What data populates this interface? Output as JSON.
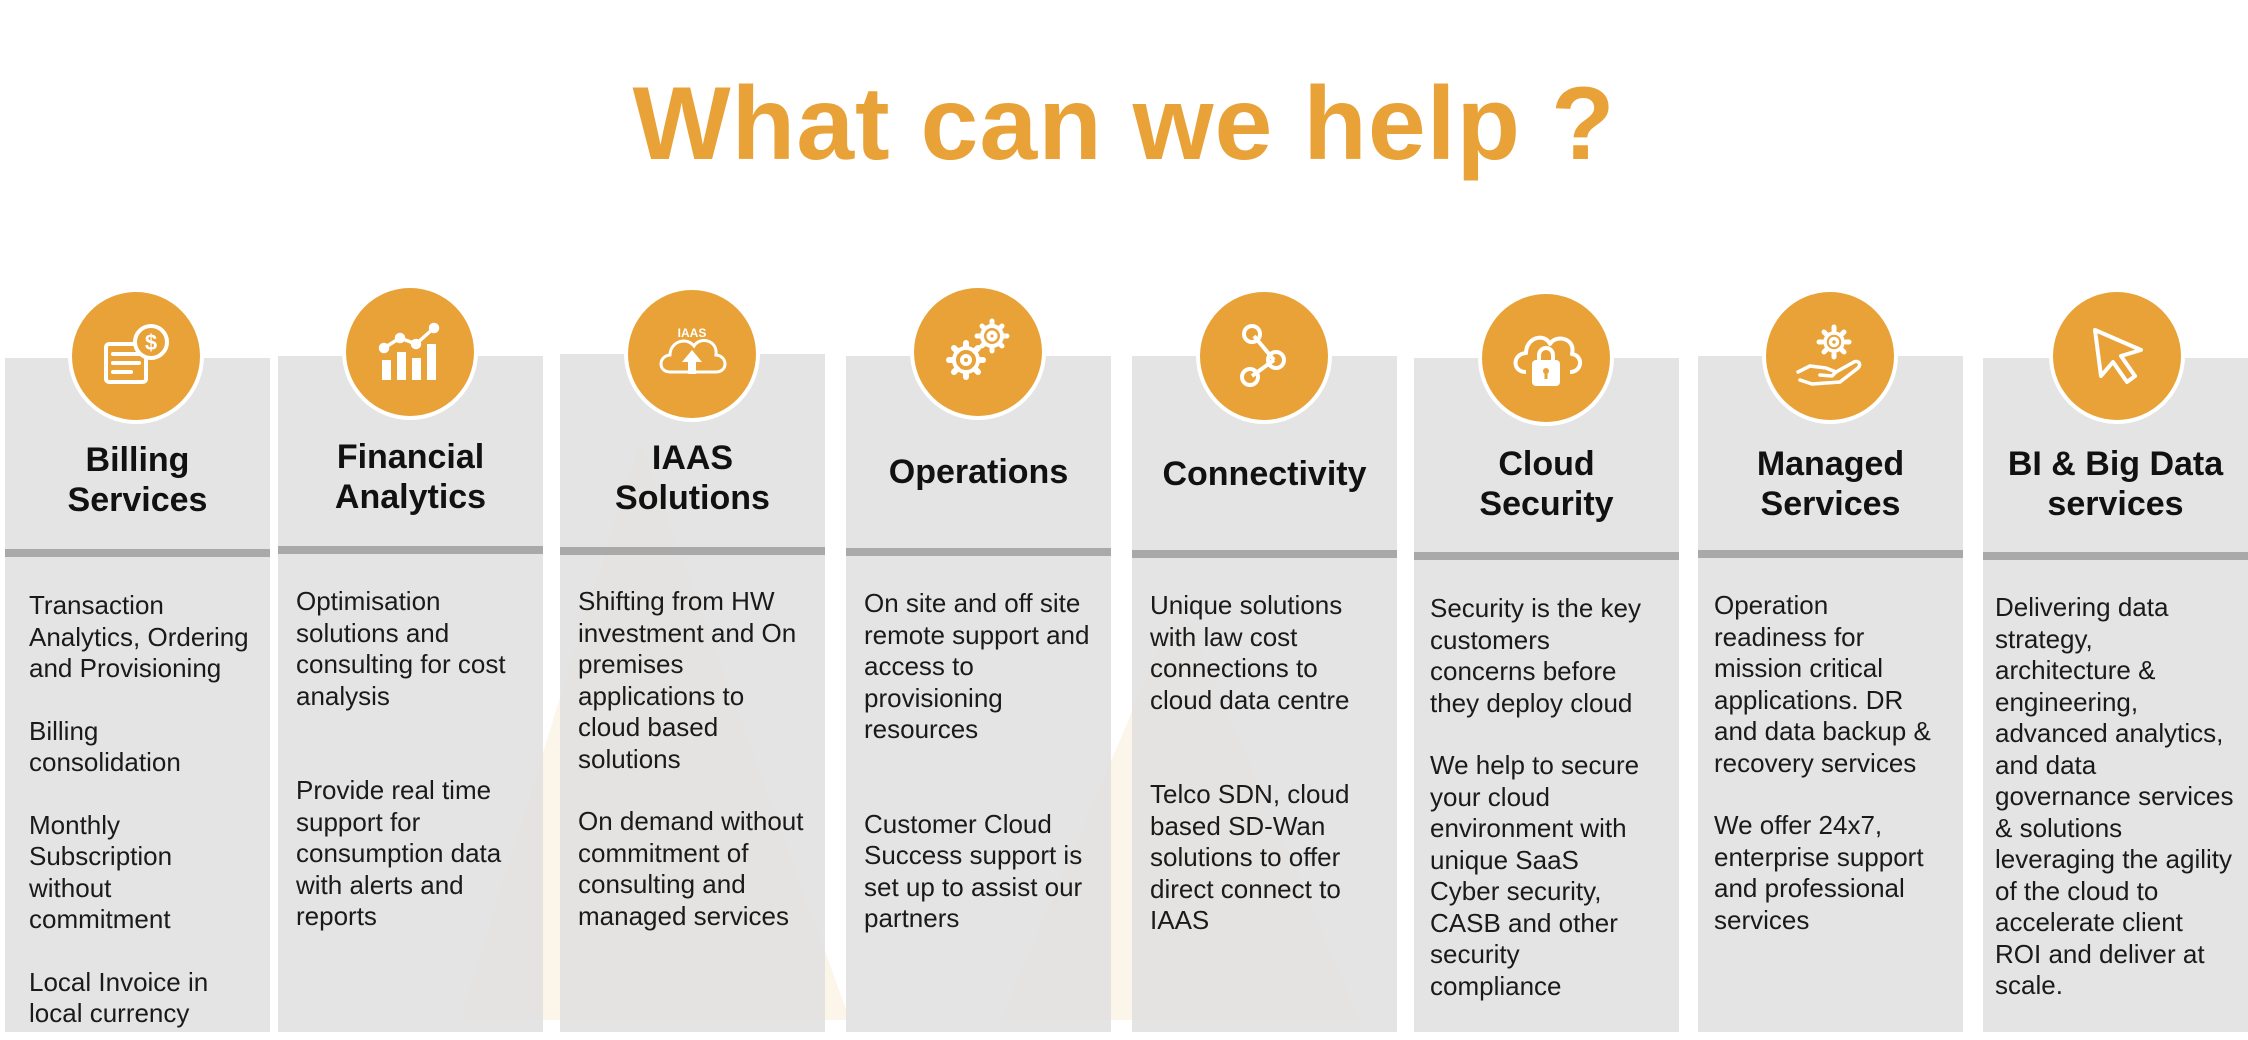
{
  "title": "What can we help ?",
  "accent_color": "#e8a238",
  "card_color": "#e0e0e0",
  "divider_color": "#a9a9a9",
  "services": [
    {
      "icon": "billing-invoice-icon",
      "heading": "Billing\nServices",
      "paragraphs": [
        "Transaction\nAnalytics, Ordering\nand Provisioning",
        "Billing\nconsolidation",
        "Monthly\nSubscription\nwithout\ncommitment",
        "Local Invoice in\nlocal currency"
      ]
    },
    {
      "icon": "analytics-chart-icon",
      "heading": "Financial\nAnalytics",
      "paragraphs": [
        " Optimisation\nsolutions and\nconsulting for cost\nanalysis",
        "Provide real time\nsupport for\nconsumption data\nwith alerts and\nreports"
      ]
    },
    {
      "icon": "iaas-cloud-upload-icon",
      "icon_label": "IAAS",
      "heading": "IAAS\nSolutions",
      "paragraphs": [
        " Shifting from HW\ninvestment and On\npremises\napplications to\ncloud based\nsolutions",
        "On demand without\ncommitment of\nconsulting and\nmanaged services"
      ]
    },
    {
      "icon": "gears-icon",
      "heading": "Operations",
      "paragraphs": [
        "On site and off site\nremote support and\naccess to\nprovisioning\nresources",
        "Customer Cloud\nSuccess support is\nset up to assist our\npartners"
      ]
    },
    {
      "icon": "share-network-icon",
      "heading": "Connectivity",
      "paragraphs": [
        "Unique solutions\nwith law cost\nconnections to\ncloud data centre",
        "Telco SDN, cloud\nbased SD-Wan\nsolutions to offer\ndirect connect to\nIAAS"
      ]
    },
    {
      "icon": "cloud-lock-icon",
      "heading": "Cloud\nSecurity",
      "paragraphs": [
        "Security is the key\ncustomers\nconcerns before\nthey deploy cloud",
        "We help to secure\nyour cloud\nenvironment with\nunique SaaS\nCyber security,\nCASB and other\nsecurity\ncompliance"
      ]
    },
    {
      "icon": "gear-hand-icon",
      "heading": "Managed\nServices",
      "paragraphs": [
        "Operation\nreadiness for\nmission critical\napplications. DR\nand data backup &\nrecovery services",
        "We offer 24x7,\nenterprise support\nand professional\nservices"
      ]
    },
    {
      "icon": "cursor-arrow-icon",
      "heading": "BI & Big Data\nservices",
      "paragraphs": [
        "Delivering data\nstrategy,\narchitecture &\nengineering,\nadvanced analytics,\nand data\ngovernance services\n& solutions\nleveraging the agility\nof the cloud to\naccelerate client\nROI and deliver at\nscale."
      ]
    }
  ]
}
